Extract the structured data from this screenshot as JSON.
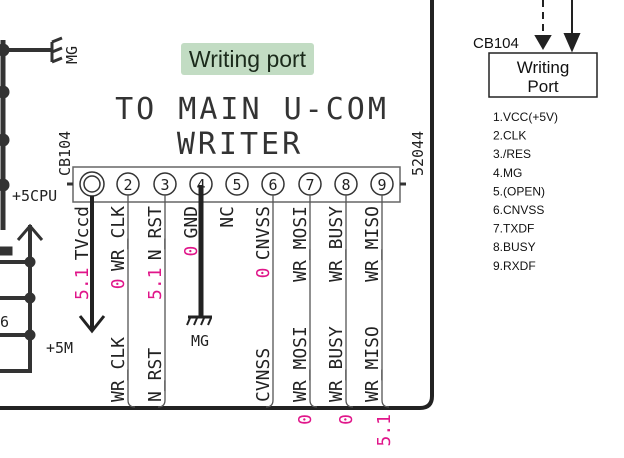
{
  "title_badge": "Writing port",
  "schematic": {
    "heading_line1": "TO MAIN U-COM",
    "heading_line2": "WRITER",
    "connector_ref": "CB104",
    "connector_part": "52044",
    "pin_numbers": [
      "2",
      "3",
      "4",
      "5",
      "6",
      "7",
      "8",
      "9"
    ],
    "mg_top": "MG",
    "plus5cpu": "+5CPU",
    "plus5m": "+5M",
    "mg_ground": "MG",
    "left_fragment": "6",
    "upper_labels": [
      "TVccd",
      "WR_CLK",
      "N_RST",
      "GND",
      "NC",
      "CNVSS",
      "WR_MOSI",
      "WR_BUSY",
      "WR_MISO"
    ],
    "upper_voltages": [
      "5.1",
      "0",
      "5.1",
      "0",
      "0"
    ],
    "lower_labels": [
      "WR_CLK",
      "N_RST",
      "CVNSS",
      "WR_MOSI",
      "WR_BUSY",
      "WR_MISO"
    ],
    "bottom_voltages": [
      "0",
      "0",
      "5.1"
    ],
    "voltage_color": "#e0168a"
  },
  "legend": {
    "ref": "CB104",
    "box_line1": "Writing",
    "box_line2": "Port",
    "pins": [
      "1.VCC(+5V)",
      "2.CLK",
      "3./RES",
      "4.MG",
      "5.(OPEN)",
      "6.CNVSS",
      "7.TXDF",
      "8.BUSY",
      "9.RXDF"
    ]
  }
}
